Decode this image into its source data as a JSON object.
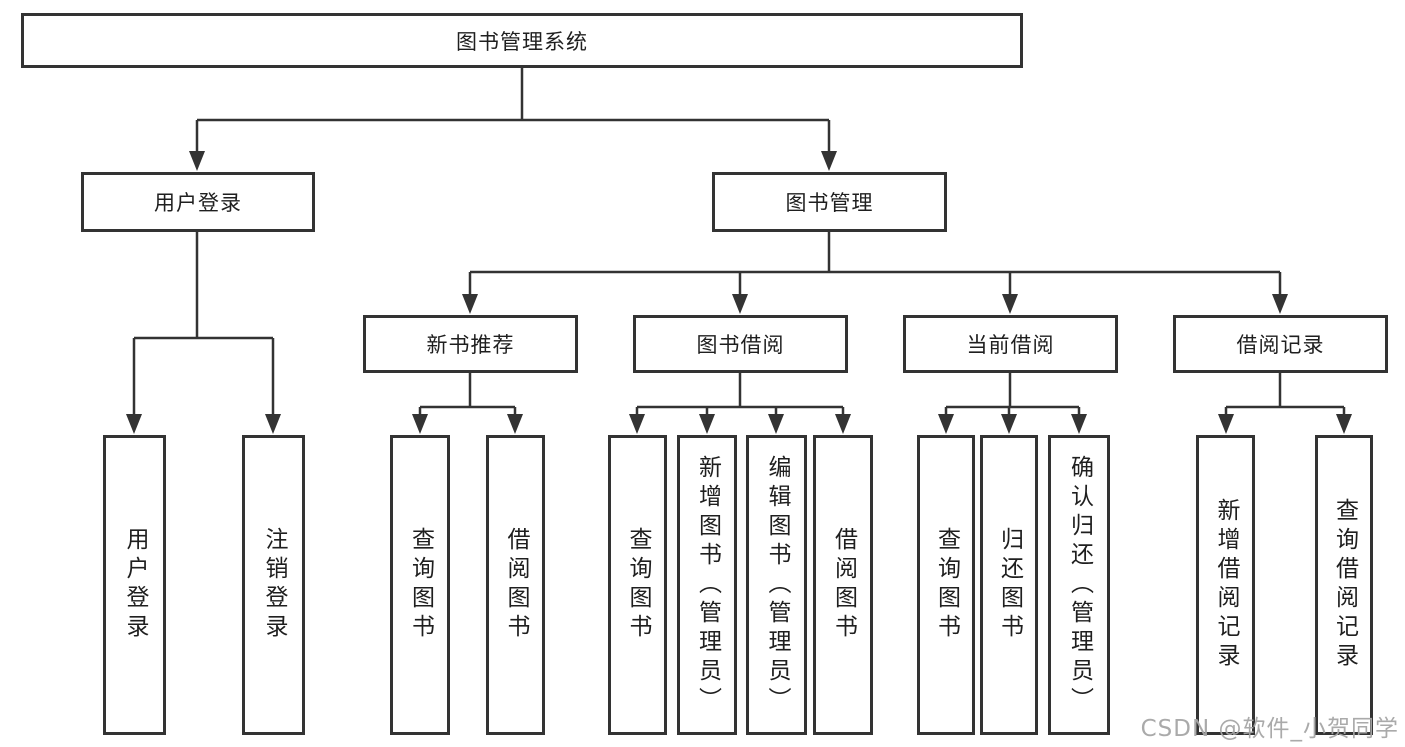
{
  "diagram": {
    "root": {
      "label": "图书管理系统"
    },
    "level2": [
      {
        "label": "用户登录"
      },
      {
        "label": "图书管理"
      }
    ],
    "level3": [
      {
        "label": "新书推荐"
      },
      {
        "label": "图书借阅"
      },
      {
        "label": "当前借阅"
      },
      {
        "label": "借阅记录"
      }
    ],
    "leaves": {
      "user_login": [
        {
          "label": "用户登录"
        },
        {
          "label": "注销登录"
        }
      ],
      "new_books": [
        {
          "label": "查询图书"
        },
        {
          "label": "借阅图书"
        }
      ],
      "book_borrow": [
        {
          "label": "查询图书"
        },
        {
          "label": "新增图书（管理员）"
        },
        {
          "label": "编辑图书（管理员）"
        },
        {
          "label": "借阅图书"
        }
      ],
      "current_borrow": [
        {
          "label": "查询图书"
        },
        {
          "label": "归还图书"
        },
        {
          "label": "确认归还（管理员）"
        }
      ],
      "borrow_records": [
        {
          "label": "新增借阅记录"
        },
        {
          "label": "查询借阅记录"
        }
      ]
    }
  },
  "watermark": {
    "text": "CSDN @软件_小贺同学",
    "color": "#a6a6a6"
  },
  "colors": {
    "line": "#333333",
    "box_border": "#333333",
    "box_bg": "#ffffff",
    "text": "#1f1f1f"
  }
}
